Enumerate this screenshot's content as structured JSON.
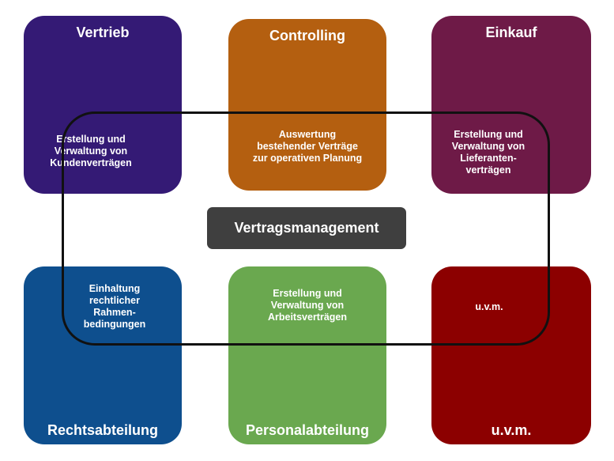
{
  "center_label": "Vertragsmanagement",
  "colors": {
    "vertrieb": "#341a75",
    "controlling": "#b45f10",
    "einkauf": "#6e1a47",
    "rechtsabteilung": "#0e4f8e",
    "personalabteilung": "#6aa84f",
    "uvm": "#8c0000",
    "center": "#3f3f3f"
  },
  "departments": {
    "vertrieb": {
      "title": "Vertrieb",
      "desc": [
        "Erstellung und",
        "Verwaltung von",
        "Kundenverträgen"
      ]
    },
    "controlling": {
      "title": "Controlling",
      "desc": [
        "Auswertung",
        "bestehender Verträge",
        "zur operativen Planung"
      ]
    },
    "einkauf": {
      "title": "Einkauf",
      "desc": [
        "Erstellung und",
        "Verwaltung von",
        "Lieferanten-",
        "verträgen"
      ]
    },
    "rechtsabteilung": {
      "title": "Rechtsabteilung",
      "desc": [
        "Einhaltung",
        "rechtlicher",
        "Rahmen-",
        "bedingungen"
      ]
    },
    "personalabteilung": {
      "title": "Personalabteilung",
      "desc": [
        "Erstellung und",
        "Verwaltung von",
        "Arbeitsverträgen"
      ]
    },
    "uvm": {
      "title": "u.v.m.",
      "desc": [
        "u.v.m."
      ]
    }
  }
}
